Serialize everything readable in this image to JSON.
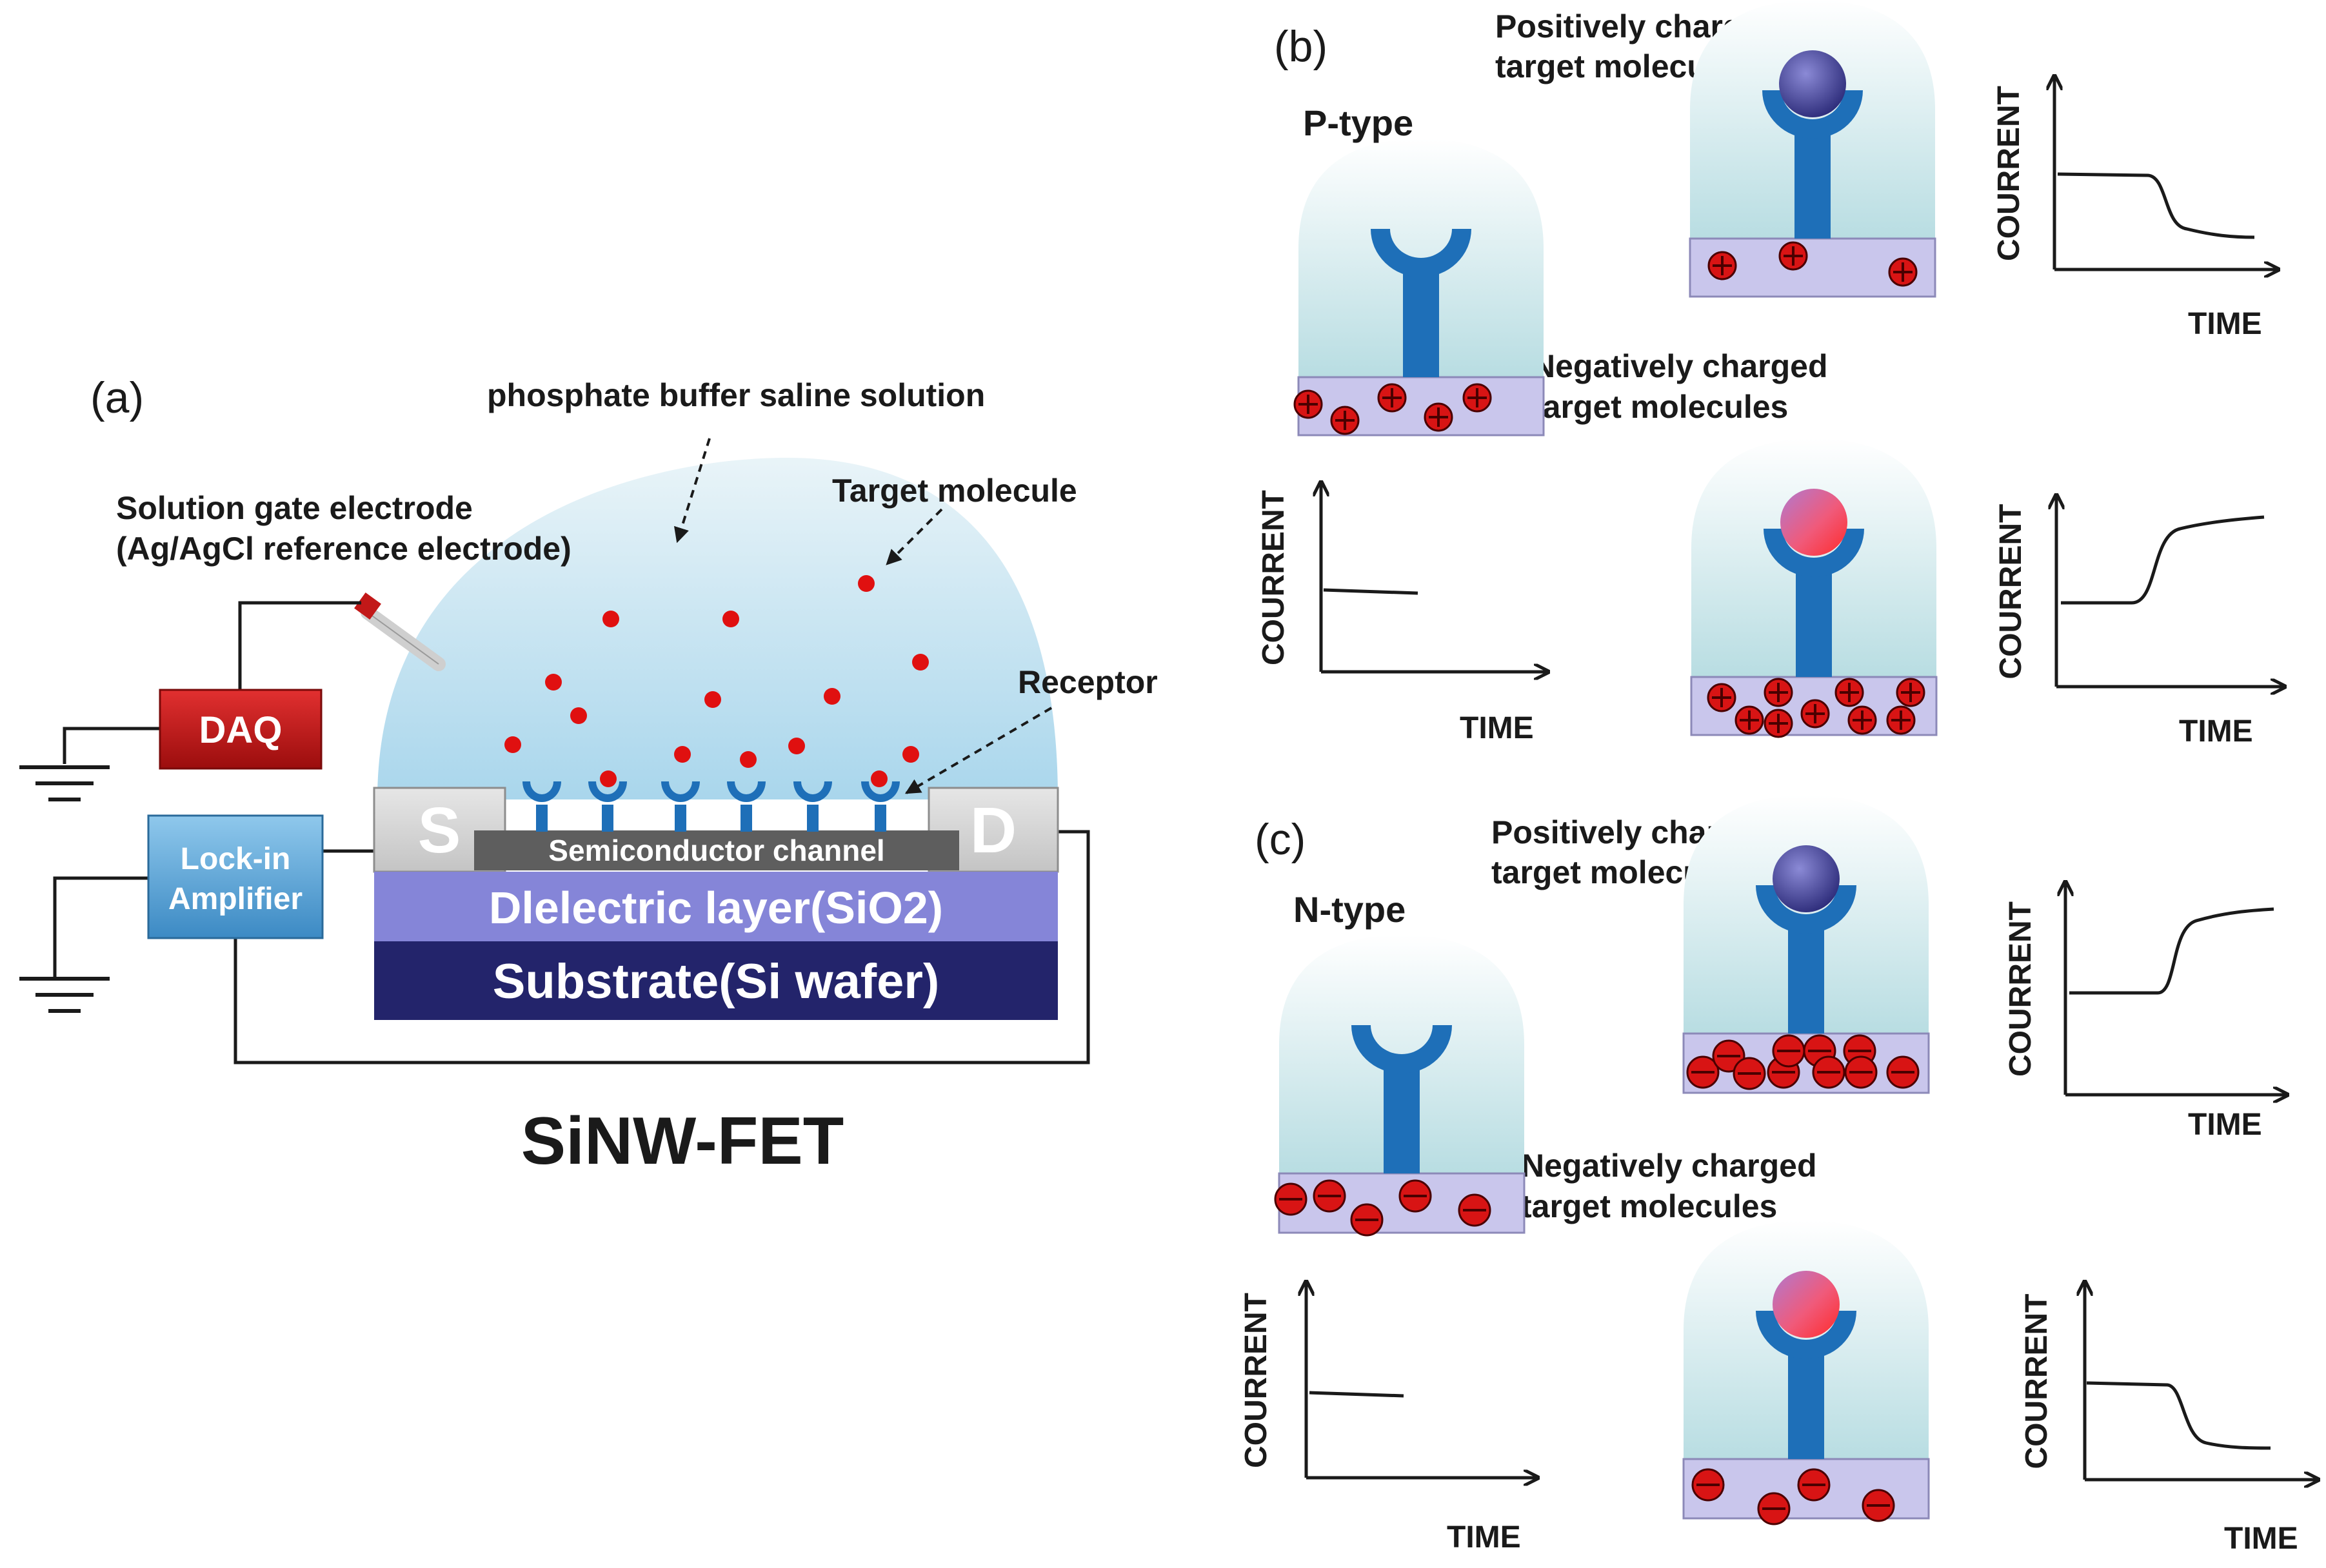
{
  "panel_a": {
    "panel_label": "(a)",
    "solution_label": "phosphate buffer saline solution",
    "electrode_label_line1": "Solution gate electrode",
    "electrode_label_line2": "(Ag/AgCl reference electrode)",
    "target_label": "Target molecule",
    "receptor_label": "Receptor",
    "daq_label": "DAQ",
    "amplifier_line1": "Lock-in",
    "amplifier_line2": "Amplifier",
    "source_label": "S",
    "drain_label": "D",
    "channel_label": "Semiconductor channel",
    "dielectric_label": "Dlelectric layer(SiO2)",
    "substrate_label": "Substrate(Si wafer)",
    "device_title": "SiNW-FET"
  },
  "panel_b": {
    "panel_label": "(b)",
    "type_label": "P-type",
    "positive_line1": "Positively charged",
    "positive_line2": "target molecules",
    "negative_line1": "Negatively charged",
    "negative_line2": "target molecules"
  },
  "panel_c": {
    "panel_label": "(c)",
    "type_label": "N-type",
    "positive_line1": "Positively charged",
    "positive_line2": "target molecules",
    "negative_line1": "Negatively charged",
    "negative_line2": "target molecules"
  },
  "axes": {
    "ylabel": "COURRENT",
    "xlabel": "TIME"
  },
  "colors": {
    "dome_fill": "#cfe7f1",
    "receptor_blue": "#1e6fb8",
    "target_red": "#e01010",
    "dielectric": "#7f7fd3",
    "substrate": "#23246b",
    "daq_red": "#c41616",
    "amplifier_blue": "#5aa6d6",
    "neg_molecule": "#3d3c8f",
    "pos_molecule": "#f0587a"
  },
  "chart_data": [
    {
      "type": "line",
      "name": "P-type, positively charged targets",
      "trend": "decrease"
    },
    {
      "type": "line",
      "name": "P-type, baseline",
      "trend": "flat"
    },
    {
      "type": "line",
      "name": "P-type, negatively charged targets",
      "trend": "increase"
    },
    {
      "type": "line",
      "name": "N-type, positively charged targets",
      "trend": "increase"
    },
    {
      "type": "line",
      "name": "N-type, baseline",
      "trend": "flat"
    },
    {
      "type": "line",
      "name": "N-type, negatively charged targets",
      "trend": "decrease"
    }
  ]
}
